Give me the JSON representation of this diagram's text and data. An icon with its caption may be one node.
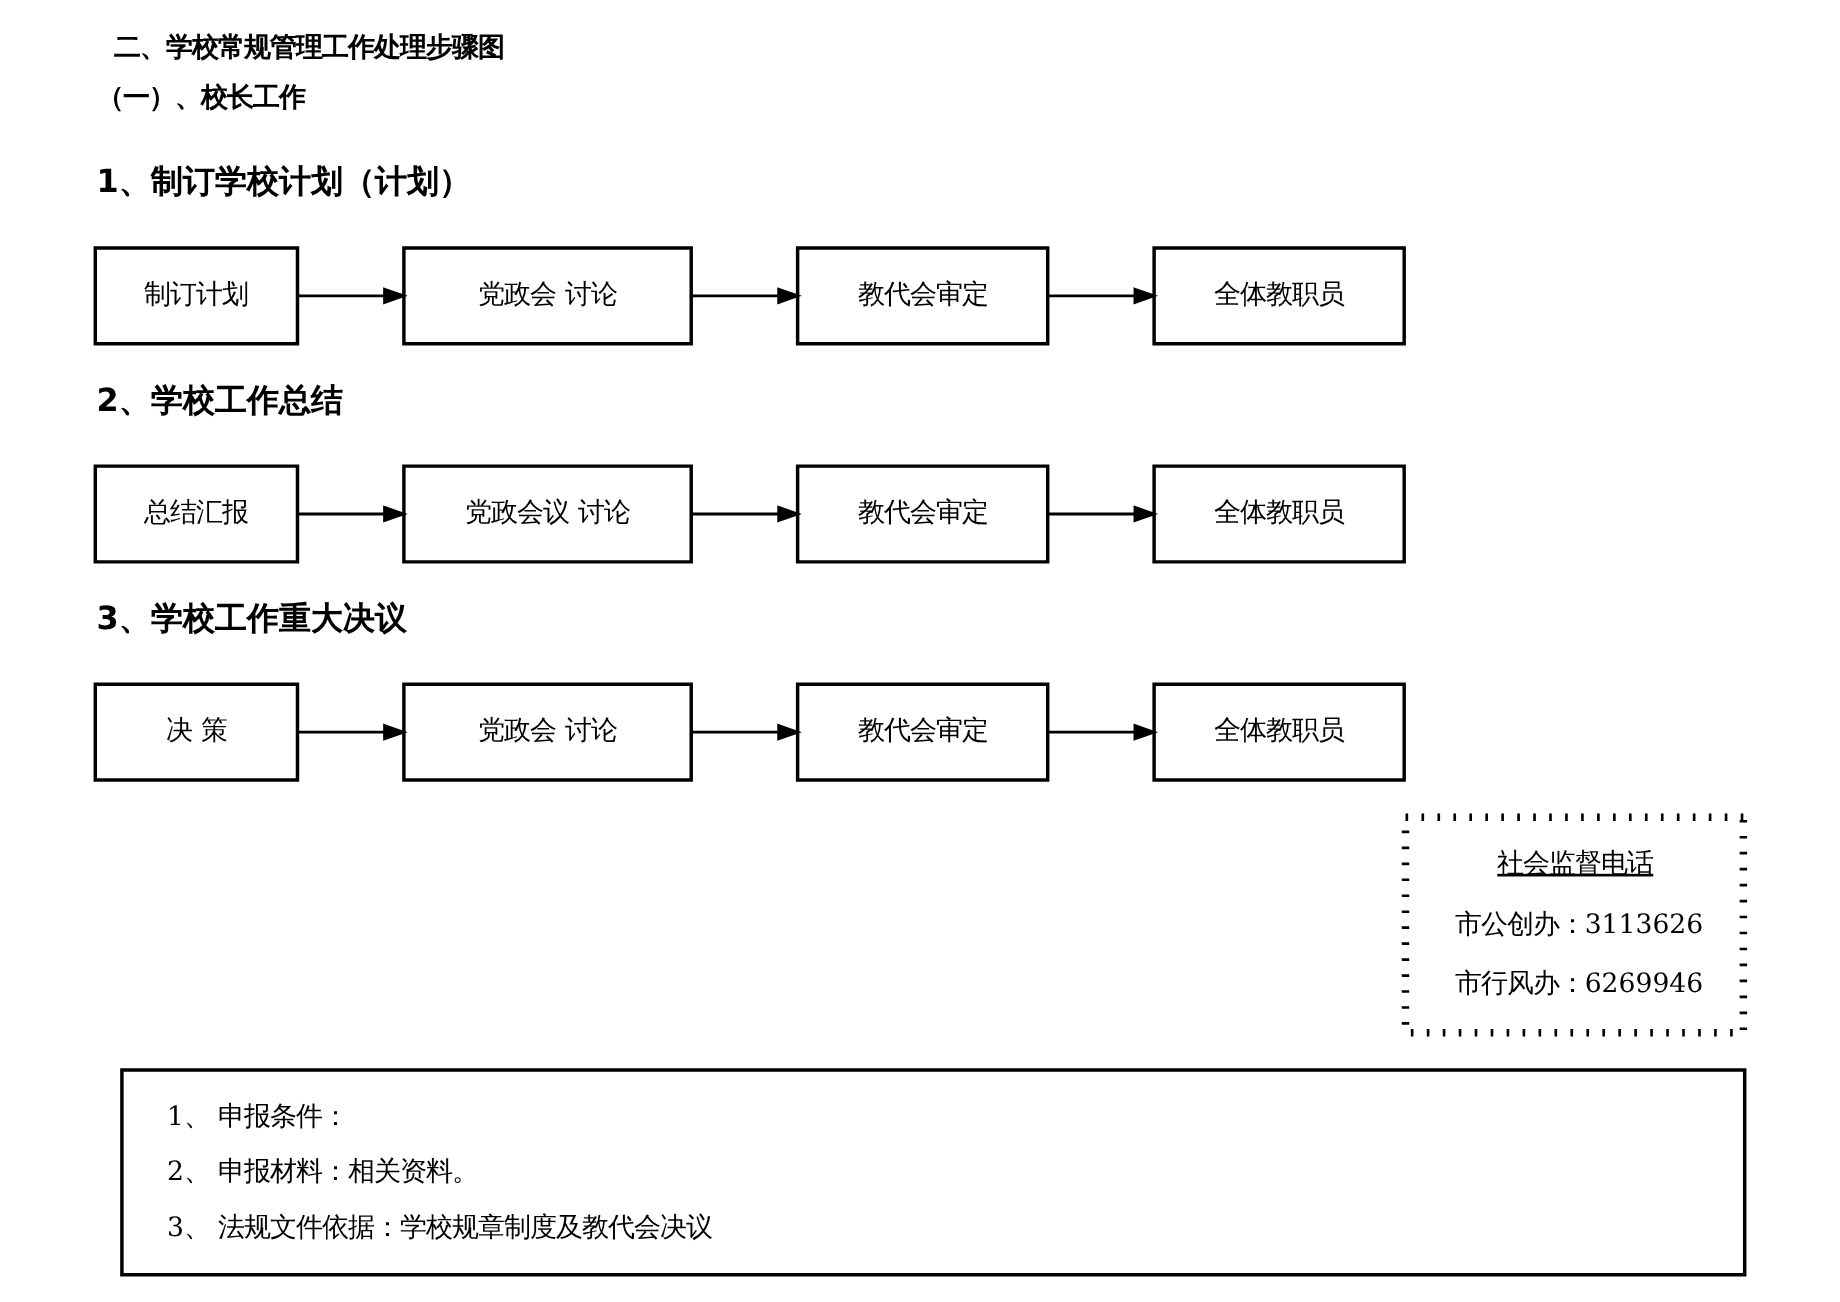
{
  "diagram": {
    "title": "二、学校常规管理工作处理步骤图",
    "nodes": [
      {
        "text": [
          "制订计划"
        ]
      },
      {
        "text": [
          "党政会 讨论"
        ]
      },
      {
        "text": [
          "教代会审定"
        ]
      },
      {
        "text": [
          "全体教职员"
        ]
      },
      {
        "text": [
          "总结汇报"
        ]
      },
      {
        "text": [
          "党政会议 讨论"
        ]
      },
      {
        "text": [
          "教代会审定"
        ]
      },
      {
        "text": [
          "全体教职员"
        ]
      },
      {
        "text": [
          "决 策"
        ]
      },
      {
        "text": [
          "党政会 讨论"
        ]
      },
      {
        "text": [
          "教代会审定"
        ]
      },
      {
        "text": [
          "全体教职员"
        ]
      },
      {
        "text": [
          "社会监督电话",
          "市公创办：3113626",
          "市行风办：6269946"
        ]
      },
      {
        "text": [
          "1、 申报条件：",
          "2、 申报材料：相关资料。",
          "3、 法规文件依据：学校规章制度及教代会决议"
        ]
      }
    ],
    "edges": [
      {
        "from": 0,
        "to": 1,
        "arrow": "to"
      },
      {
        "from": 1,
        "to": 2,
        "arrow": "to"
      },
      {
        "from": 2,
        "to": 3,
        "arrow": "to"
      },
      {
        "from": 4,
        "to": 5,
        "arrow": "to"
      },
      {
        "from": 5,
        "to": 6,
        "arrow": "to"
      },
      {
        "from": 6,
        "to": 7,
        "arrow": "to"
      },
      {
        "from": 8,
        "to": 9,
        "arrow": "to"
      },
      {
        "from": 9,
        "to": 10,
        "arrow": "to"
      },
      {
        "from": 10,
        "to": 11,
        "arrow": "to"
      }
    ],
    "labels": [
      "（一）、校长工作",
      "1、制订学校计划（计划）",
      "2、学校工作总结",
      "3、学校工作重大决议"
    ]
  }
}
